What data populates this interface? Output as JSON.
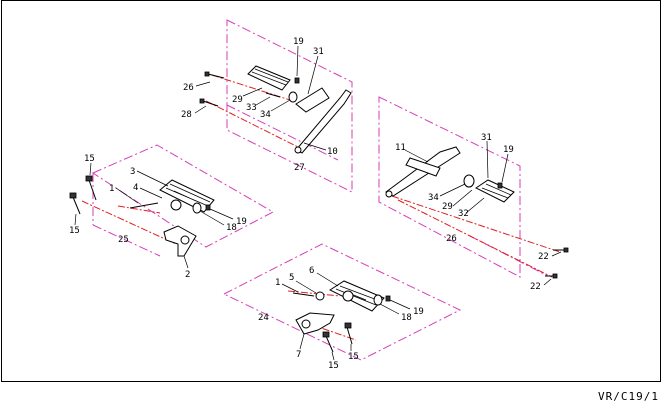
{
  "colors": {
    "group_boundary": "#d63fb8",
    "assembly_axis": "#e02020",
    "line": "#000000"
  },
  "labels": {
    "upper": {
      "p19": "19",
      "p31": "31",
      "p26": "26",
      "p29": "29",
      "p33": "33",
      "p34": "34",
      "p28": "28",
      "p10": "10",
      "p27": "27"
    },
    "left": {
      "p15a": "15",
      "p3": "3",
      "p1": "1",
      "p4": "4",
      "p19": "19",
      "p18": "18",
      "p15b": "15",
      "p25": "25",
      "p2": "2"
    },
    "right": {
      "p11": "11",
      "p31": "31",
      "p19": "19",
      "p34": "34",
      "p29": "29",
      "p32": "32",
      "p26": "26",
      "p22a": "22",
      "p22b": "22"
    },
    "bottom": {
      "p1": "1",
      "p5": "5",
      "p6": "6",
      "p19": "19",
      "p18": "18",
      "p24": "24",
      "p7": "7",
      "p15a": "15",
      "p15b": "15"
    }
  },
  "reference_code": "VR/C19/1"
}
